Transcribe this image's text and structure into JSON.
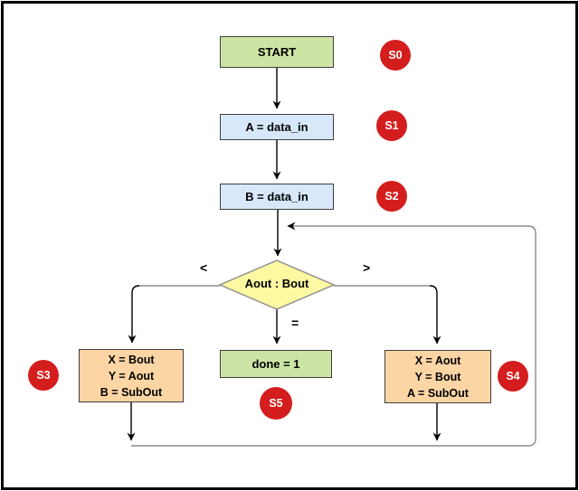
{
  "colors": {
    "box-green": "#cde5a4",
    "box-blue": "#d7e8fa",
    "box-yellow": "#fdf8a2",
    "box-orange": "#fcd5a4",
    "badge-red": "#d41d1d",
    "badge-text": "#ffffff",
    "line-gray": "#8c8c8c",
    "line-black": "#000000",
    "border-dark": "#3f3f3f"
  },
  "nodes": {
    "start": "START",
    "load_a": "A = data_in",
    "load_b": "B = data_in",
    "compare": "Aout : Bout",
    "swap_left": [
      "X = Bout",
      "Y = Aout",
      "B = SubOut"
    ],
    "done": "done = 1",
    "swap_right": [
      "X = Aout",
      "Y = Bout",
      "A = SubOut"
    ]
  },
  "badges": {
    "s0": "S0",
    "s1": "S1",
    "s2": "S2",
    "s3": "S3",
    "s4": "S4",
    "s5": "S5"
  },
  "edge_labels": {
    "less_than": "<",
    "greater_than": ">",
    "equals": "="
  }
}
